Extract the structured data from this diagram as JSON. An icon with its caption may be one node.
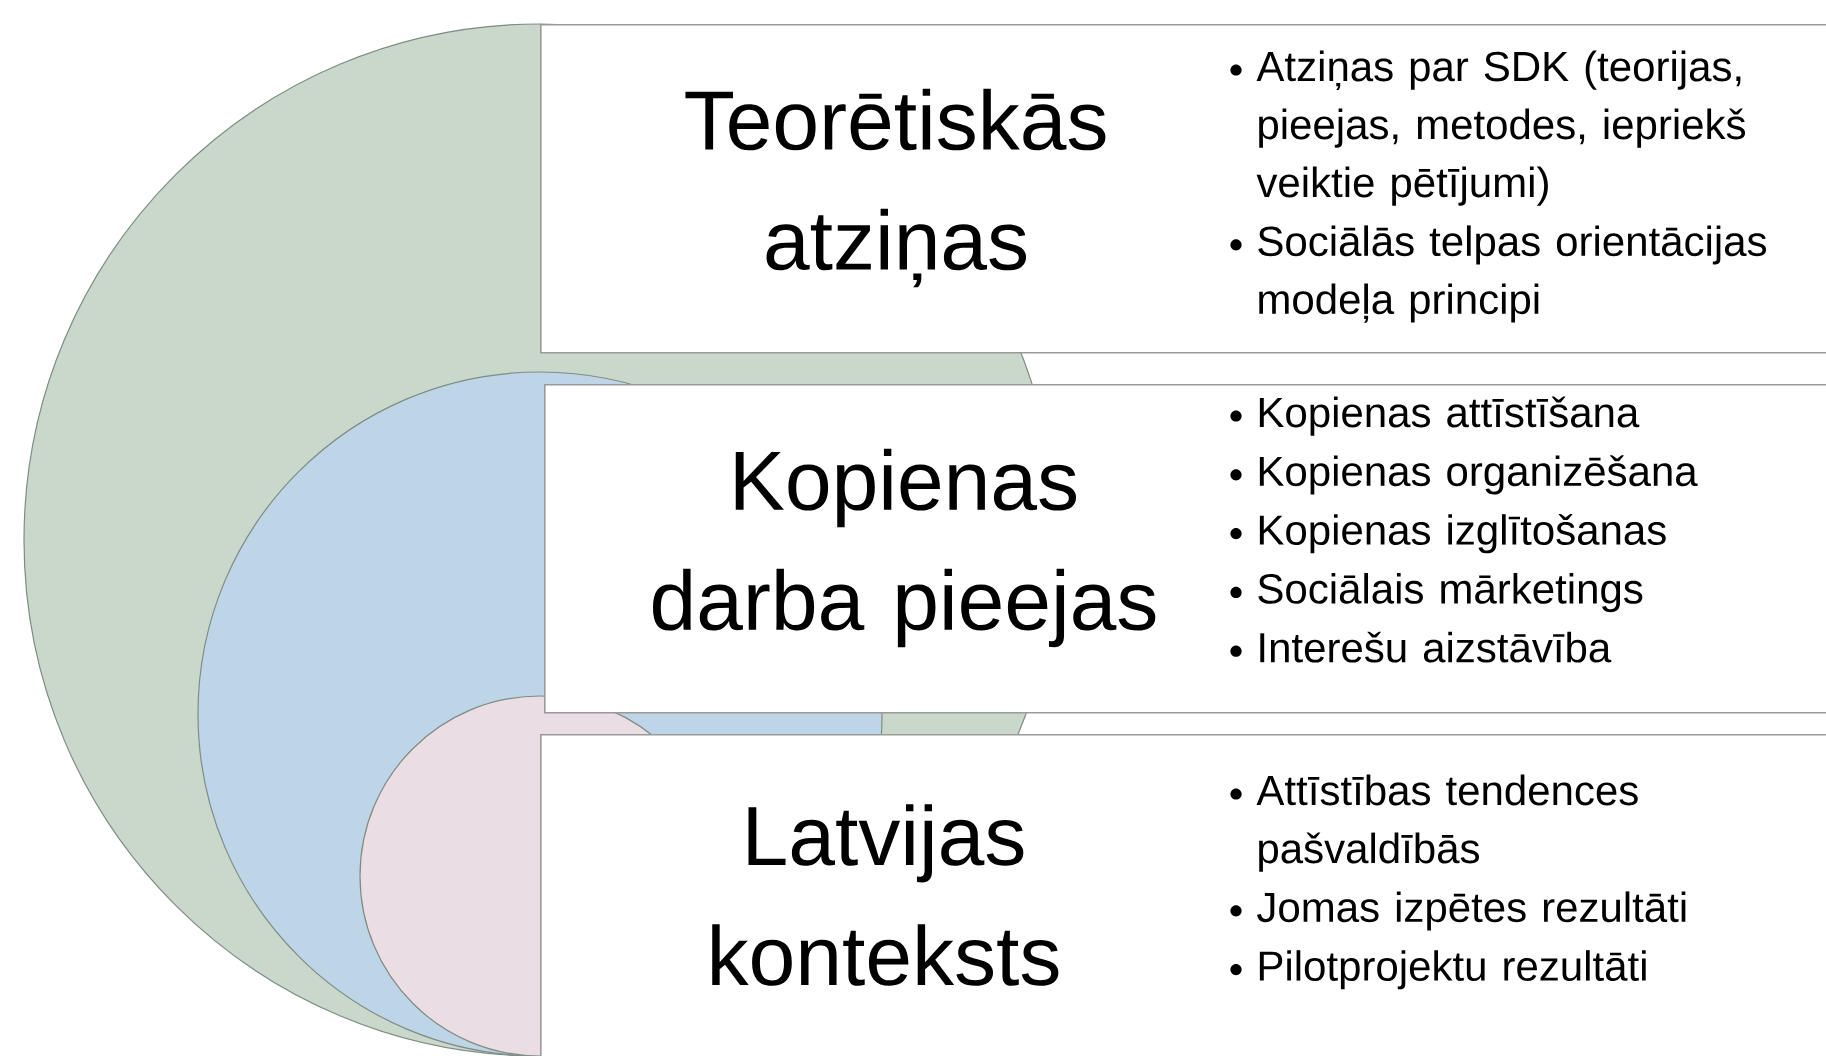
{
  "diagram": {
    "nodes": [
      {
        "text": [
          "Teorētiskās atziņas",
          "Atziņas par SDK (teorijas, pieejas, metodes, iepriekš veiktie pētījumi)",
          "Sociālās telpas orientācijas modeļa principi"
        ]
      },
      {
        "text": [
          "Kopienas darba pieejas",
          "Kopienas attīstīšana",
          "Kopienas organizēšana",
          "Kopienas izglītošanas",
          "Sociālais mārketings",
          "Interešu aizstāvība"
        ]
      },
      {
        "text": [
          "Latvijas konteksts",
          "Attīstības tendences pašvaldībās",
          "Jomas izpētes rezultāti",
          "Pilotprojektu rezultāti"
        ]
      }
    ]
  }
}
